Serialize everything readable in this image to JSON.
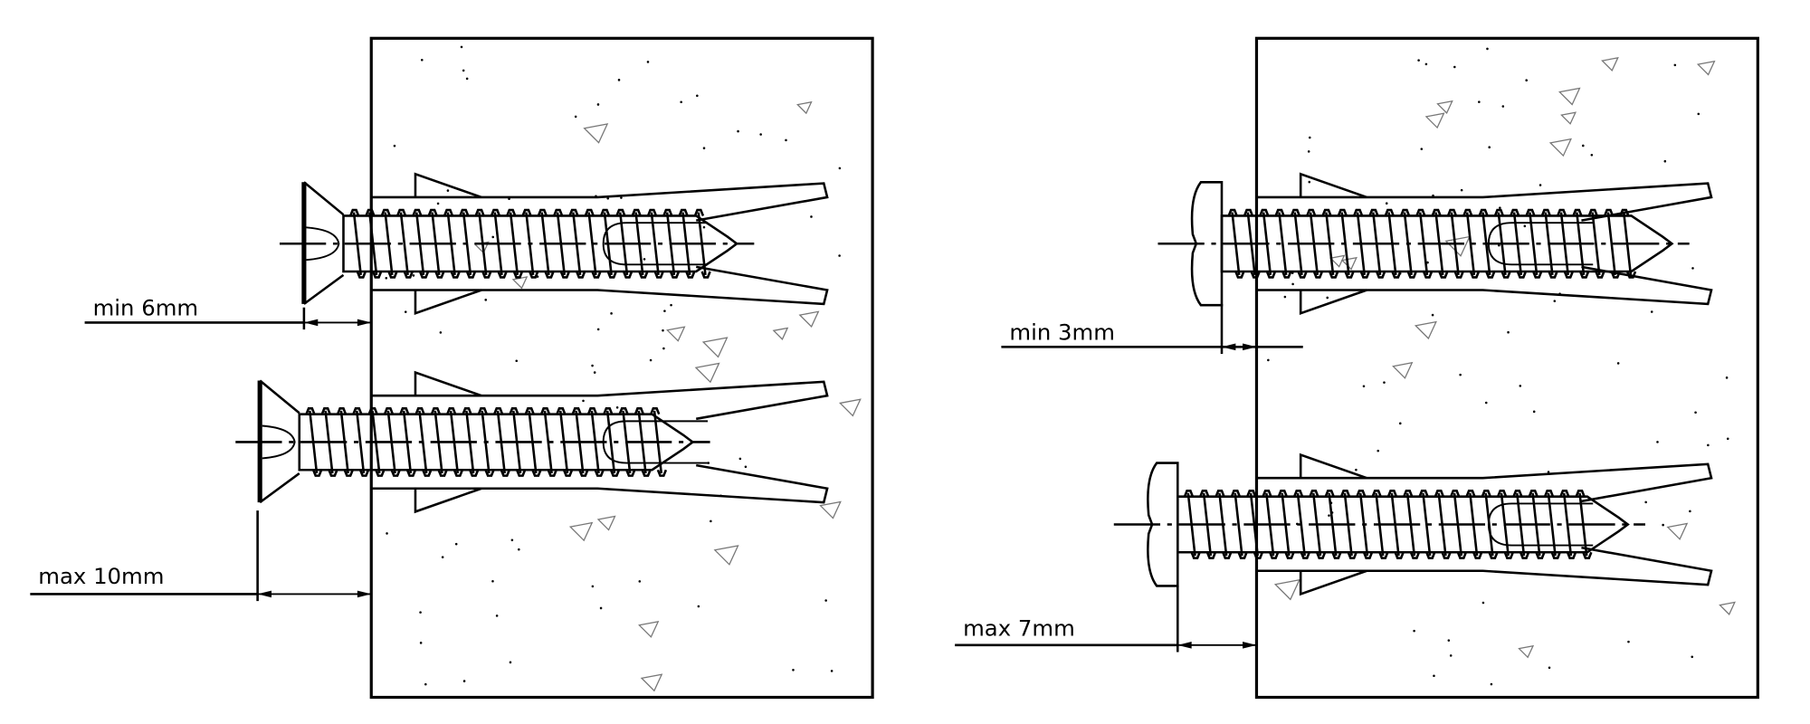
{
  "panels": [
    {
      "head_type": "countersunk",
      "min_label": "min 6mm",
      "max_label": "max  10mm"
    },
    {
      "head_type": "pan",
      "min_label": "min 3mm",
      "max_label": "max  7mm"
    }
  ]
}
